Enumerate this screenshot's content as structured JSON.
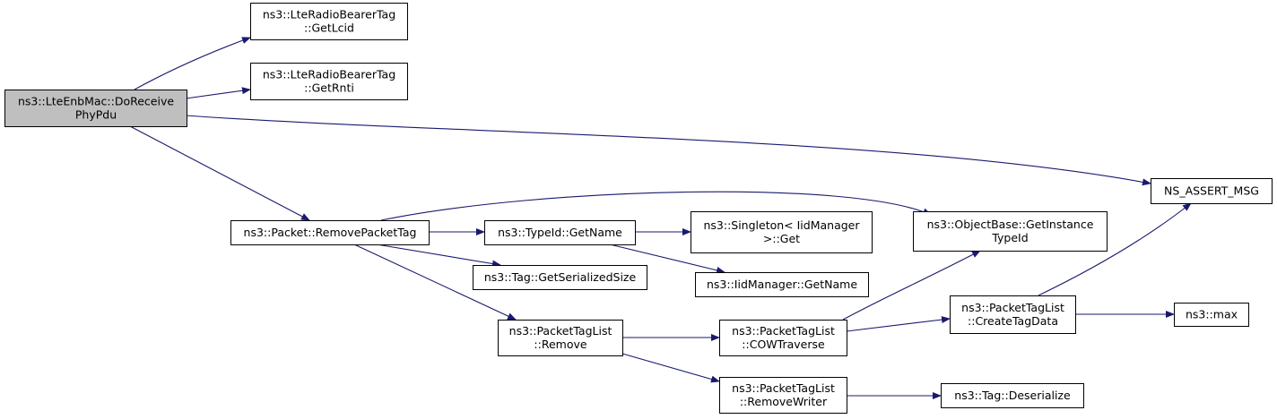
{
  "graph": {
    "colors": {
      "edge": "#191970",
      "node_fill": "#ffffff",
      "root_fill": "#bfbfbf",
      "node_border": "#000000"
    },
    "nodes": [
      {
        "id": "root",
        "lines": [
          "ns3::LteEnbMac::DoReceive",
          "PhyPdu"
        ],
        "root": true
      },
      {
        "id": "getlcid",
        "lines": [
          "ns3::LteRadioBearerTag",
          "::GetLcid"
        ]
      },
      {
        "id": "getrnti",
        "lines": [
          "ns3::LteRadioBearerTag",
          "::GetRnti"
        ]
      },
      {
        "id": "assert",
        "lines": [
          "NS_ASSERT_MSG"
        ]
      },
      {
        "id": "removepackettag",
        "lines": [
          "ns3::Packet::RemovePacketTag"
        ]
      },
      {
        "id": "typeid_getname",
        "lines": [
          "ns3::TypeId::GetName"
        ]
      },
      {
        "id": "singleton_get",
        "lines": [
          "ns3::Singleton< IidManager",
          ">::Get"
        ]
      },
      {
        "id": "getinstancetypeid",
        "lines": [
          "ns3::ObjectBase::GetInstance",
          "TypeId"
        ]
      },
      {
        "id": "getserializedsize",
        "lines": [
          "ns3::Tag::GetSerializedSize"
        ]
      },
      {
        "id": "iid_getname",
        "lines": [
          "ns3::IidManager::GetName"
        ]
      },
      {
        "id": "ptl_remove",
        "lines": [
          "ns3::PacketTagList",
          "::Remove"
        ]
      },
      {
        "id": "cowtraverse",
        "lines": [
          "ns3::PacketTagList",
          "::COWTraverse"
        ]
      },
      {
        "id": "createtagdata",
        "lines": [
          "ns3::PacketTagList",
          "::CreateTagData"
        ]
      },
      {
        "id": "max",
        "lines": [
          "ns3::max"
        ]
      },
      {
        "id": "removewriter",
        "lines": [
          "ns3::PacketTagList",
          "::RemoveWriter"
        ]
      },
      {
        "id": "deserialize",
        "lines": [
          "ns3::Tag::Deserialize"
        ]
      }
    ],
    "edges": [
      {
        "from": "root",
        "to": "getlcid"
      },
      {
        "from": "root",
        "to": "getrnti"
      },
      {
        "from": "root",
        "to": "assert"
      },
      {
        "from": "root",
        "to": "removepackettag"
      },
      {
        "from": "removepackettag",
        "to": "getinstancetypeid"
      },
      {
        "from": "removepackettag",
        "to": "typeid_getname"
      },
      {
        "from": "removepackettag",
        "to": "getserializedsize"
      },
      {
        "from": "removepackettag",
        "to": "ptl_remove"
      },
      {
        "from": "typeid_getname",
        "to": "singleton_get"
      },
      {
        "from": "typeid_getname",
        "to": "iid_getname"
      },
      {
        "from": "ptl_remove",
        "to": "cowtraverse"
      },
      {
        "from": "ptl_remove",
        "to": "removewriter"
      },
      {
        "from": "cowtraverse",
        "to": "getinstancetypeid"
      },
      {
        "from": "cowtraverse",
        "to": "createtagdata"
      },
      {
        "from": "createtagdata",
        "to": "assert"
      },
      {
        "from": "createtagdata",
        "to": "max"
      },
      {
        "from": "removewriter",
        "to": "deserialize"
      }
    ]
  }
}
